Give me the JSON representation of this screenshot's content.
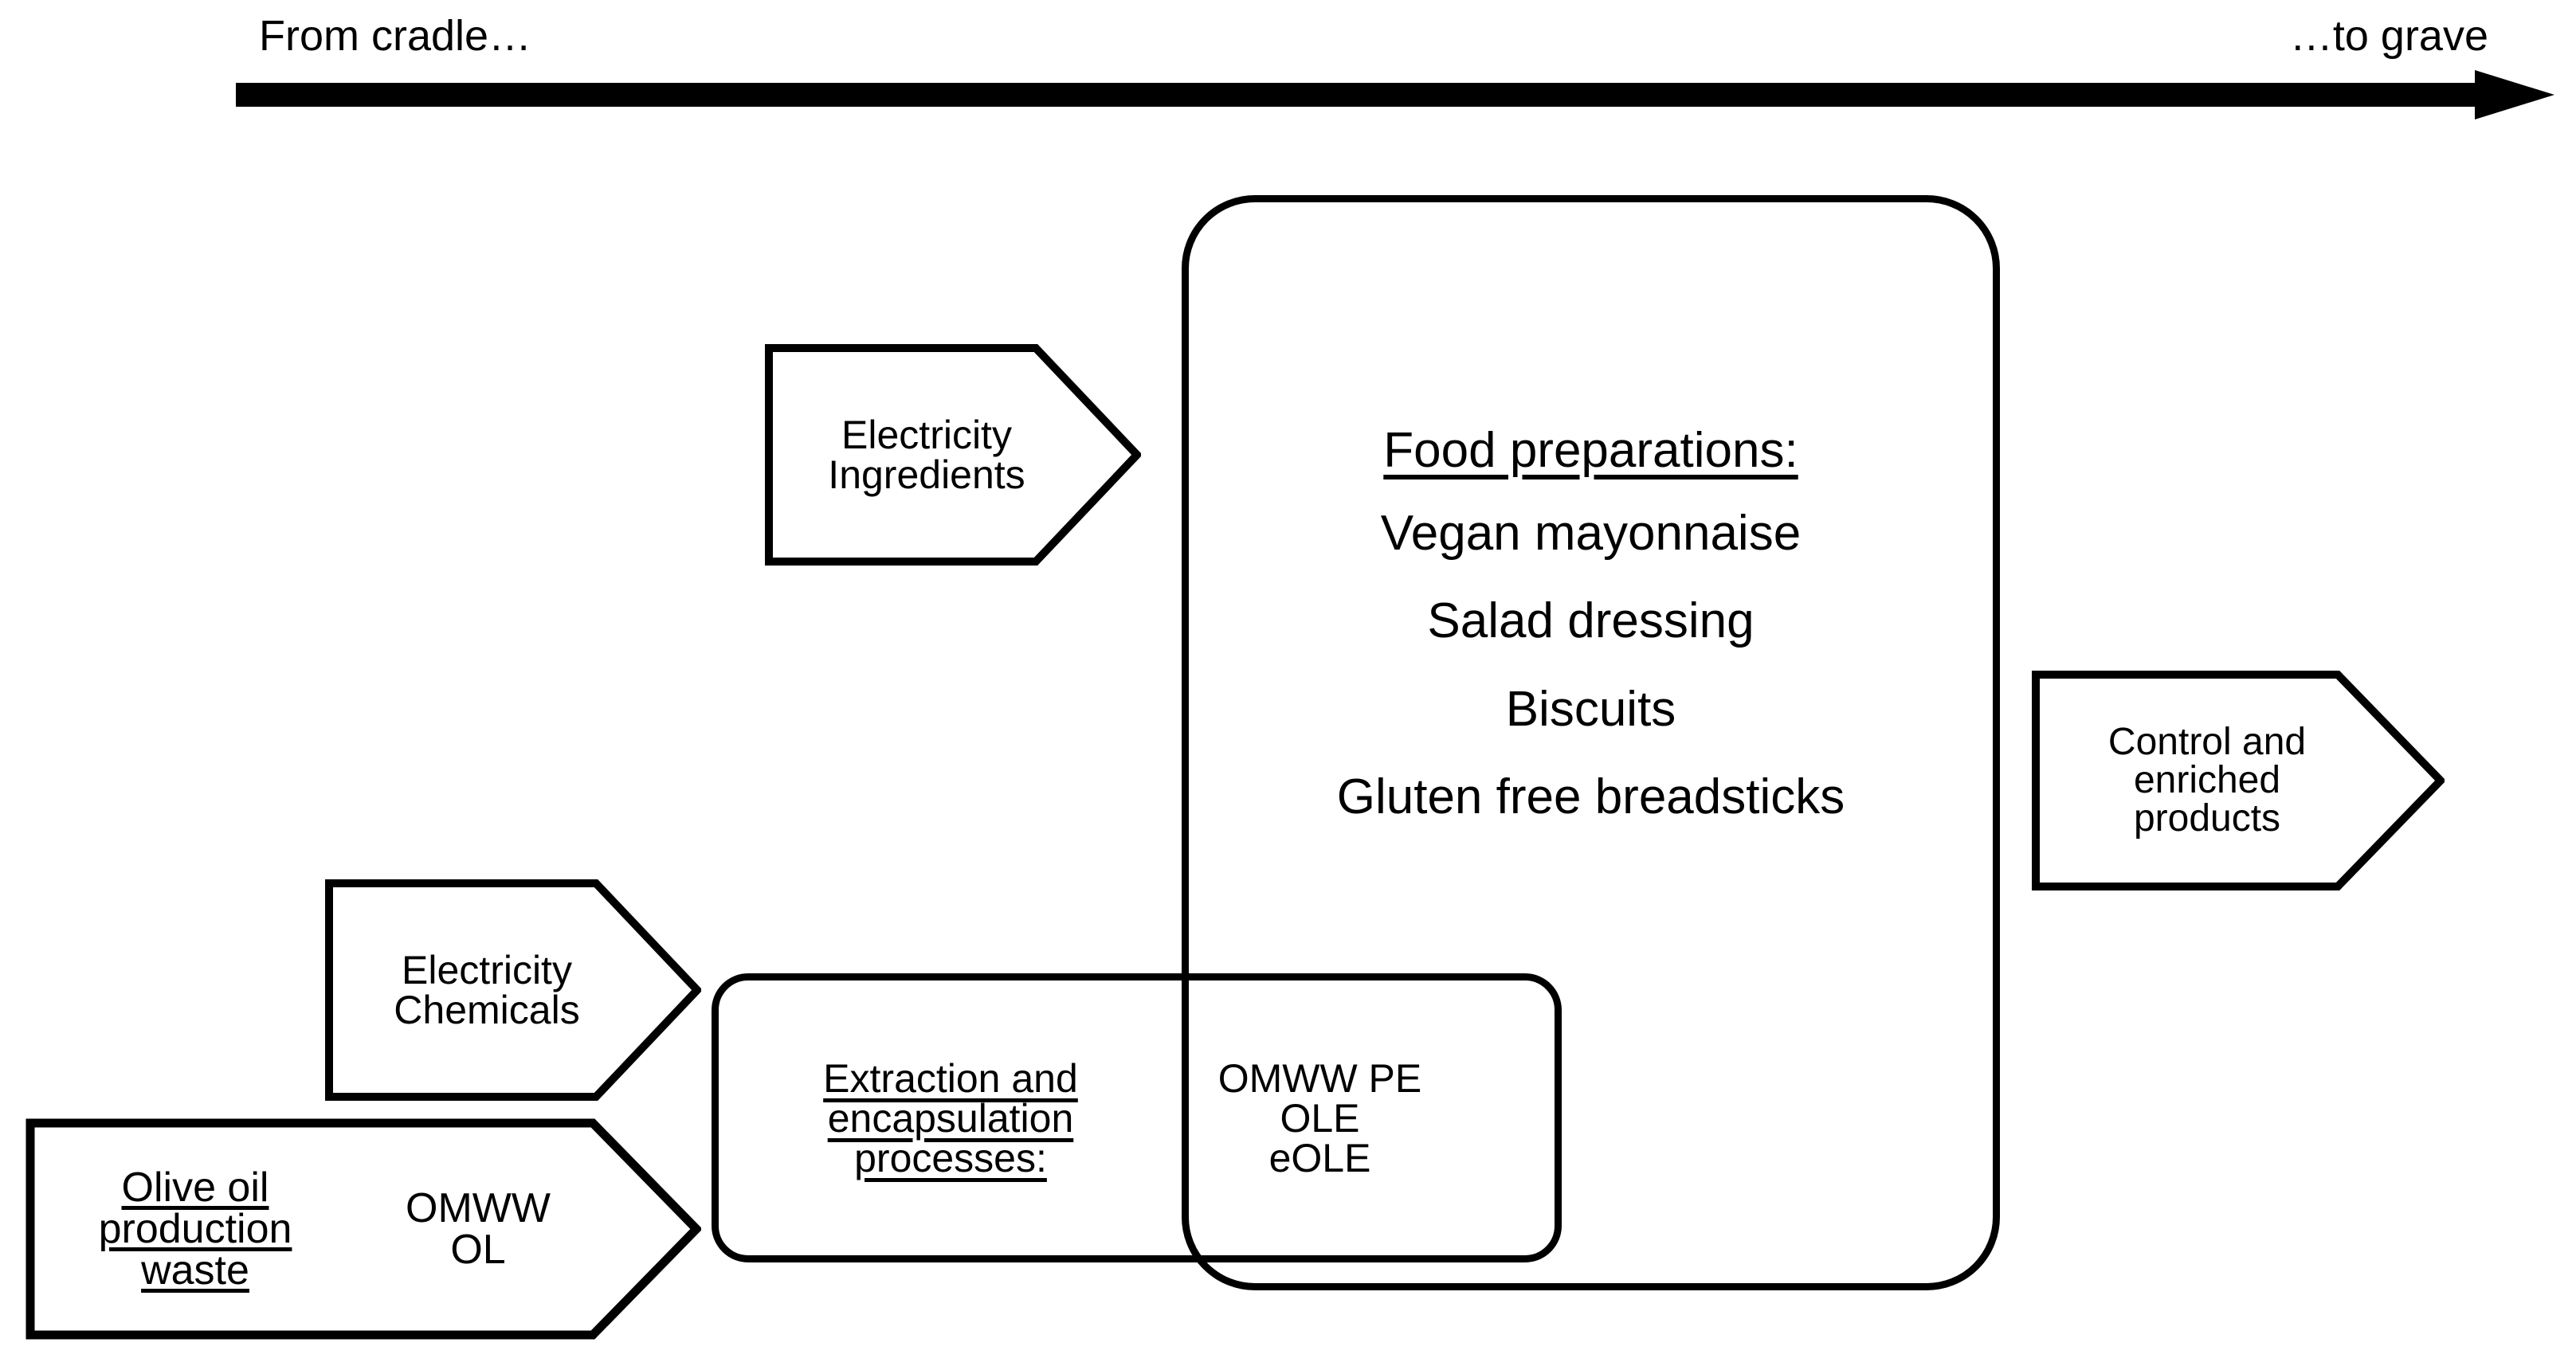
{
  "timeline": {
    "label_left": "From cradle…",
    "label_right": "…to grave",
    "arrow_icon": "right-arrow-icon",
    "color": "#000000"
  },
  "inputs": [
    {
      "id": "electricity-ingredients",
      "lines": [
        "Electricity",
        "Ingredients"
      ],
      "line1": "Electricity",
      "line2": "Ingredients",
      "shape": "chevron-arrow"
    },
    {
      "id": "electricity-chemicals",
      "lines": [
        "Electricity",
        "Chemicals"
      ],
      "line1": "Electricity",
      "line2": "Chemicals",
      "shape": "chevron-arrow"
    }
  ],
  "feedstock": {
    "id": "olive-oil-production-waste",
    "title_lines": [
      "Olive oil",
      "production",
      "waste"
    ],
    "title_line1": "Olive oil",
    "title_line2": "production",
    "title_line3": "waste",
    "title_underlined": true,
    "streams": [
      "OMWW",
      "OL"
    ],
    "stream1": "OMWW",
    "stream2": "OL",
    "shape": "chevron-arrow"
  },
  "process_box": {
    "id": "extraction-and-encapsulation",
    "title_lines": [
      "Extraction and",
      "encapsulation",
      "processes:"
    ],
    "title_line1": "Extraction and",
    "title_line2": "encapsulation",
    "title_line3": "processes:",
    "title_underlined": true,
    "outputs": [
      "OMWW PE",
      "OLE",
      "eOLE"
    ],
    "output1": "OMWW PE",
    "output2": "OLE",
    "output3": "eOLE",
    "shape": "rounded-rectangle"
  },
  "product_box": {
    "id": "food-preparations",
    "title": "Food preparations:",
    "title_underlined": true,
    "items": [
      "Vegan mayonnaise",
      "Salad dressing",
      "Biscuits",
      "Gluten free breadsticks"
    ],
    "shape": "rounded-rectangle"
  },
  "outputs": [
    {
      "id": "control-and-enriched-products",
      "lines": [
        "Control and",
        "enriched",
        "products"
      ],
      "line1": "Control and",
      "line2": "enriched",
      "line3": "products",
      "shape": "chevron-arrow"
    }
  ]
}
